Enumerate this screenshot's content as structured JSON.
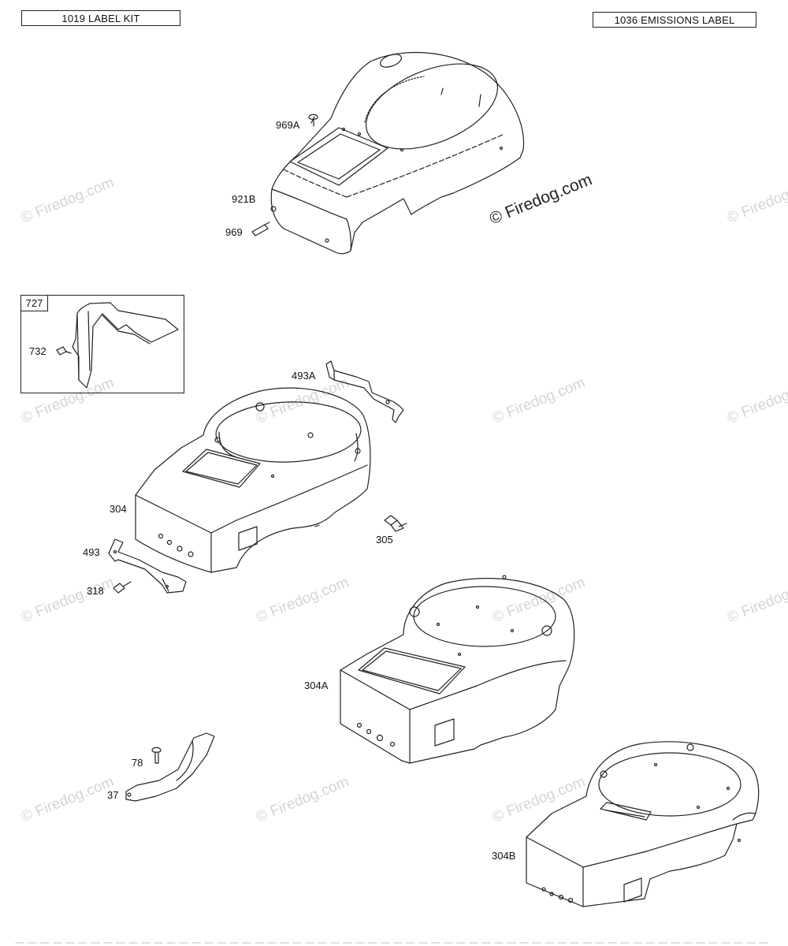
{
  "labels": {
    "label_kit": "1019 LABEL KIT",
    "emissions_label": "1036 EMISSIONS LABEL"
  },
  "inset": {
    "tag": "727",
    "part": "732"
  },
  "callouts": {
    "p969A": "969A",
    "p921B": "921B",
    "p969": "969",
    "p493A": "493A",
    "p304": "304",
    "p305": "305",
    "p493": "493",
    "p318": "318",
    "p304A": "304A",
    "p78": "78",
    "p37": "37",
    "p304B": "304B"
  },
  "watermark": {
    "text": "© Firedog.com",
    "copyright": "© Firedog.com"
  }
}
